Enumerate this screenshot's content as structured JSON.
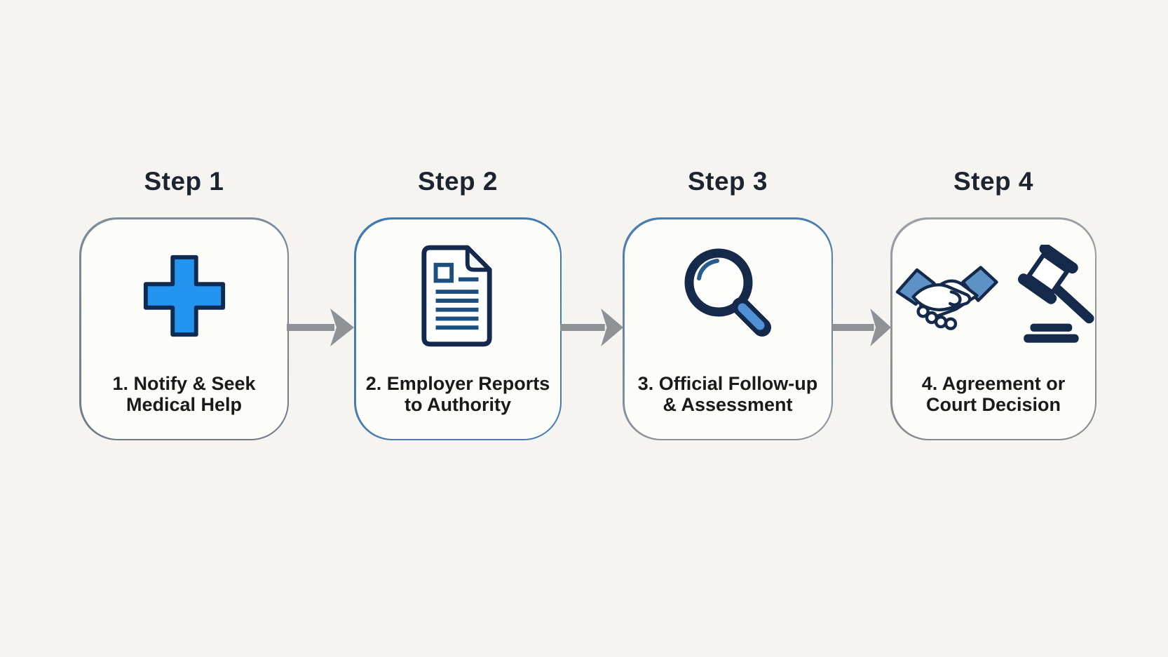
{
  "diagram": {
    "background_color": "#f5f4f1",
    "arrow_color": "#8e9297",
    "title_color": "#1c2430",
    "caption_color": "#1a1a1a",
    "steps": [
      {
        "title": "Step 1",
        "caption_line1": "1. Notify & Seek",
        "caption_line2": "Medical Help",
        "icon": "medical-cross-icon",
        "icon_accent_color": "#2395f1",
        "border_gradient": "linear-gradient(180deg,#7e8c9a,#6f7a84)"
      },
      {
        "title": "Step 2",
        "caption_line1": "2. Employer Reports",
        "caption_line2": "to Authority",
        "icon": "document-icon",
        "icon_accent_color": "#1d4e80",
        "border_gradient": "linear-gradient(180deg,#3f7ab2,#4a7cb0)"
      },
      {
        "title": "Step 3",
        "caption_line1": "3. Official Follow-up",
        "caption_line2": "& Assessment",
        "icon": "magnifying-glass-icon",
        "icon_accent_color": "#4f92d6",
        "border_gradient": "linear-gradient(180deg,#4a7cb0,#8f9398)"
      },
      {
        "title": "Step 4",
        "caption_line1": "4. Agreement or",
        "caption_line2": "Court Decision",
        "icon": "handshake-gavel-icon",
        "icon_accent_color": "#5e92c6",
        "border_gradient": "linear-gradient(180deg,#9aa0a5,#85898e)"
      }
    ]
  }
}
